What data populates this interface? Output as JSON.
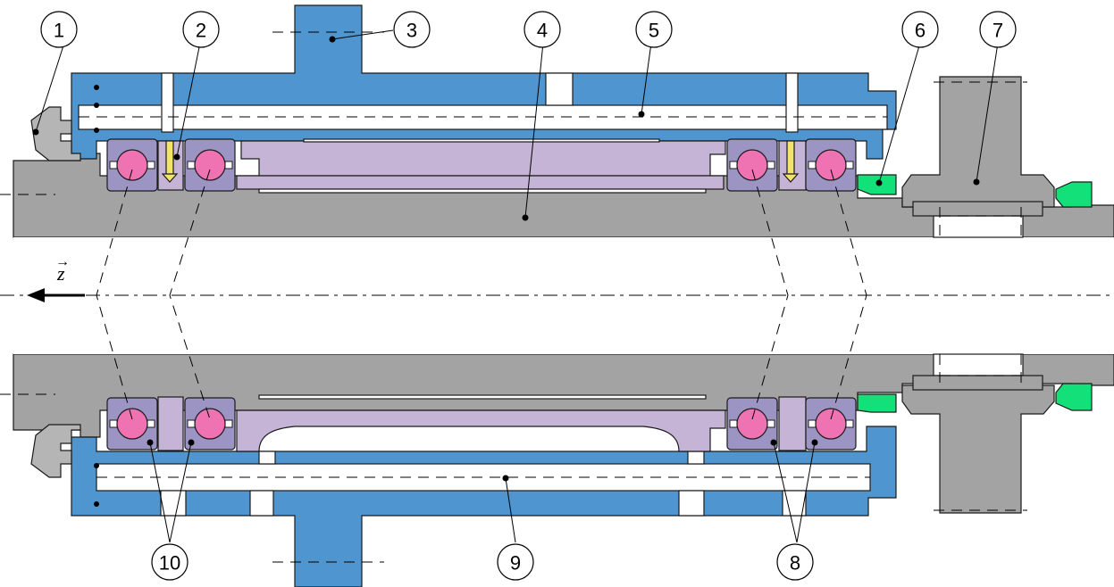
{
  "colors": {
    "housing": "#4f96d0",
    "shaft": "#a3a3a3",
    "spacer": "#c6b4d6",
    "bearing_ring": "#9c95c4",
    "ball": "#ef73b3",
    "seal": "#14e07a",
    "gear": "#a3a3a3",
    "nut": "#b5b5b5",
    "line": "#1a1a1a"
  },
  "axis": {
    "label": "z",
    "arrow_symbol": "→"
  },
  "callouts": [
    {
      "id": "1",
      "label": "1"
    },
    {
      "id": "2",
      "label": "2"
    },
    {
      "id": "3",
      "label": "3"
    },
    {
      "id": "4",
      "label": "4"
    },
    {
      "id": "5",
      "label": "5"
    },
    {
      "id": "6",
      "label": "6"
    },
    {
      "id": "7",
      "label": "7"
    },
    {
      "id": "8",
      "label": "8"
    },
    {
      "id": "9",
      "label": "9"
    },
    {
      "id": "10",
      "label": "10"
    }
  ]
}
